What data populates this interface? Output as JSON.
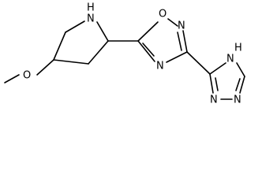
{
  "molecule": {
    "atoms": {
      "pyrrolidine_n": "N",
      "pyrrolidine_h": "H",
      "methoxy_o": "O",
      "oxadiazole_o": "O",
      "oxadiazole_n_upper": "N",
      "oxadiazole_n_lower": "N",
      "triazole_nh": "H",
      "triazole_n_top": "N",
      "triazole_n_left": "N",
      "triazole_n_right": "N"
    }
  }
}
